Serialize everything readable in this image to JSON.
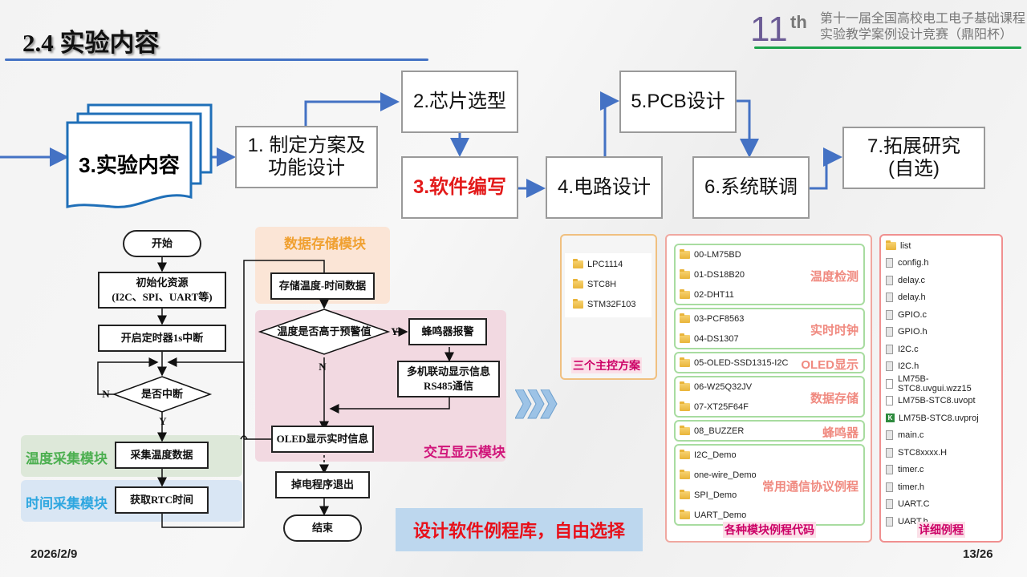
{
  "header": {
    "title": "2.4 实验内容",
    "logo_num": "11",
    "logo_sup": "th",
    "logo_line1": "第十一届全国高校电工电子基础课程",
    "logo_line2": "实验教学案例设计竞赛（鼎阳杯）"
  },
  "process": {
    "main_doc": "3.实验内容",
    "step1_line1": "1. 制定方案及",
    "step1_line2": "功能设计",
    "step2": "2.芯片选型",
    "step3": "3.软件编写",
    "step4": "4.电路设计",
    "step5": "5.PCB设计",
    "step6": "6.系统联调",
    "step7_line1": "7.拓展研究",
    "step7_line2": "(自选)"
  },
  "flowchart": {
    "start": "开始",
    "init_line1": "初始化资源",
    "init_line2": "(I2C、SPI、UART等)",
    "timer": "开启定时器1s中断",
    "decision_interrupt": "是否中断",
    "label_n": "N",
    "label_y": "Y",
    "collect_temp": "采集温度数据",
    "get_rtc": "获取RTC时间",
    "store": "存储温度-时间数据",
    "decision_temp": "温度是否高于预警值",
    "buzzer": "蜂鸣器报警",
    "multi_line1": "多机联动显示信息",
    "multi_line2": "RS485通信",
    "oled": "OLED显示实时信息",
    "power_off": "掉电程序退出",
    "end": "结束",
    "modules": {
      "temp": "温度采集模块",
      "time": "时间采集模块",
      "storage": "数据存储模块",
      "display": "交互显示模块"
    },
    "module_colors": {
      "temp": "#4caf50",
      "time": "#2fa7e0",
      "storage": "#f0a030",
      "display": "#d0157a"
    }
  },
  "banner": "设计软件例程库，自由选择",
  "mcu_panel": {
    "caption": "三个主控方案",
    "items": [
      "LPC1114",
      "STC8H",
      "STM32F103"
    ]
  },
  "module_panel": {
    "caption": "各种模块例程代码",
    "groups": [
      {
        "label": "温度检测",
        "items": [
          "00-LM75BD",
          "01-DS18B20",
          "02-DHT11"
        ]
      },
      {
        "label": "实时时钟",
        "items": [
          "03-PCF8563",
          "04-DS1307"
        ]
      },
      {
        "label": "OLED显示",
        "items": [
          "05-OLED-SSD1315-I2C"
        ]
      },
      {
        "label": "数据存储",
        "items": [
          "06-W25Q32JV",
          "07-XT25F64F"
        ]
      },
      {
        "label": "蜂鸣器",
        "items": [
          "08_BUZZER"
        ]
      },
      {
        "label": "常用通信协议例程",
        "items": [
          "I2C_Demo",
          "one-wire_Demo",
          "SPI_Demo",
          "UART_Demo"
        ]
      }
    ]
  },
  "detail_panel": {
    "caption": "详细例程",
    "items": [
      {
        "name": "list",
        "icon": "folder"
      },
      {
        "name": "config.h",
        "icon": "file"
      },
      {
        "name": "delay.c",
        "icon": "file"
      },
      {
        "name": "delay.h",
        "icon": "file"
      },
      {
        "name": "GPIO.c",
        "icon": "file"
      },
      {
        "name": "GPIO.h",
        "icon": "file"
      },
      {
        "name": "I2C.c",
        "icon": "file"
      },
      {
        "name": "I2C.h",
        "icon": "file"
      },
      {
        "name": "LM75B-STC8.uvgui.wzz15",
        "icon": "blank"
      },
      {
        "name": "LM75B-STC8.uvopt",
        "icon": "blank"
      },
      {
        "name": "LM75B-STC8.uvproj",
        "icon": "keil"
      },
      {
        "name": "main.c",
        "icon": "file"
      },
      {
        "name": "STC8xxxx.H",
        "icon": "file"
      },
      {
        "name": "timer.c",
        "icon": "file"
      },
      {
        "name": "timer.h",
        "icon": "file"
      },
      {
        "name": "UART.C",
        "icon": "file"
      },
      {
        "name": "UART.h",
        "icon": "file"
      }
    ]
  },
  "footer": {
    "date": "2026/2/9",
    "page": "13/26"
  }
}
